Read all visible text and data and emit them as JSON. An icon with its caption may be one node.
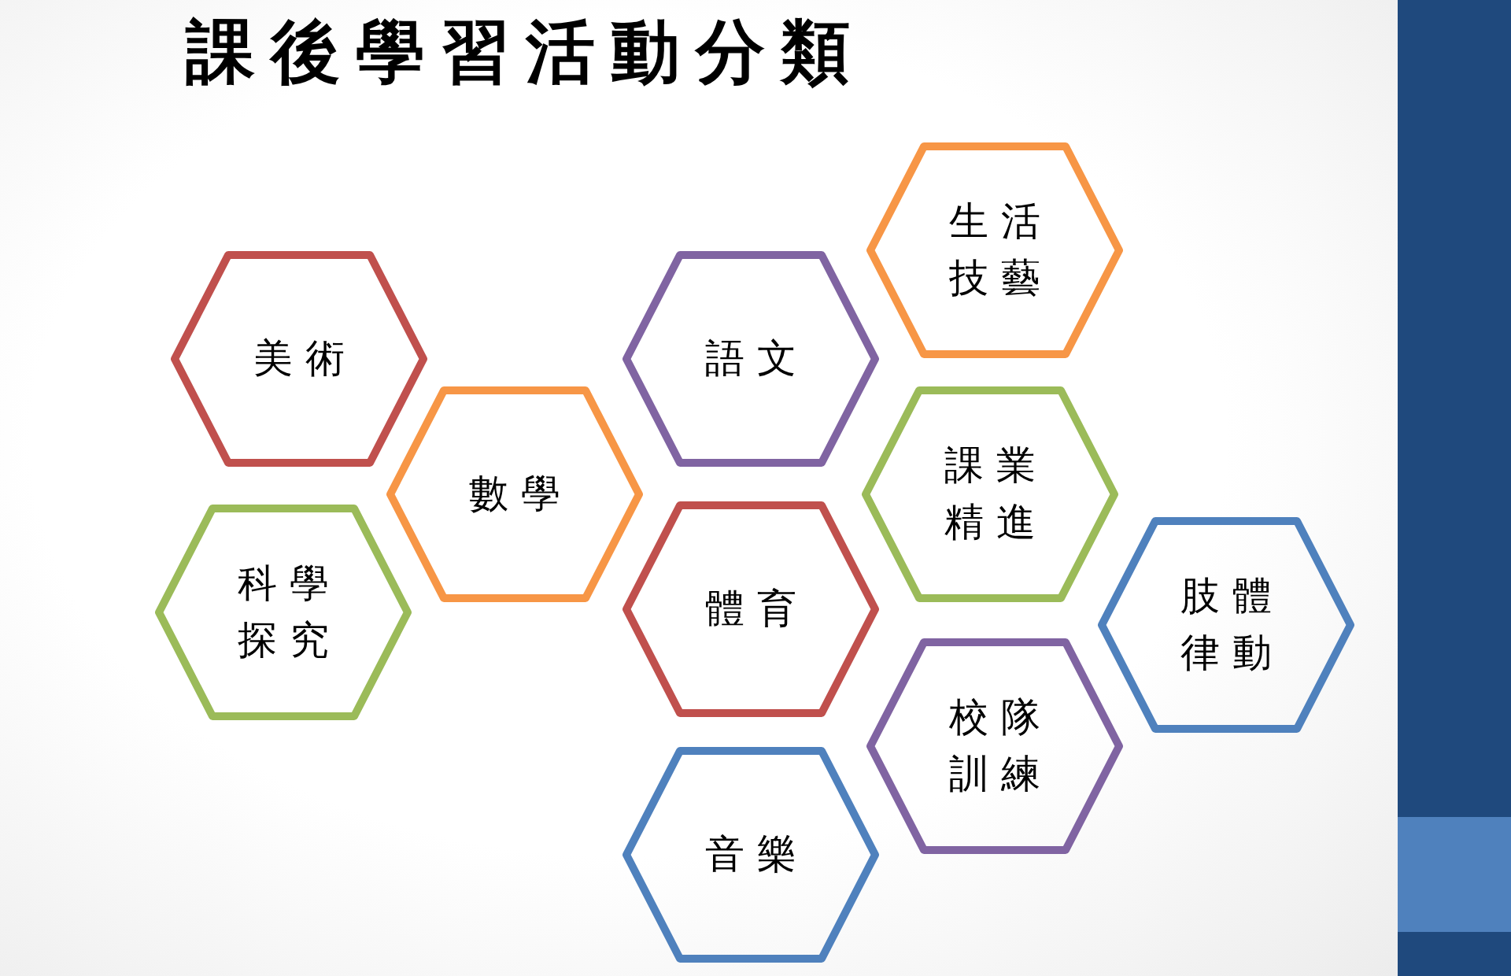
{
  "diagram": {
    "title": "課後學習活動分類",
    "nodes": [
      {
        "text": [
          "美術"
        ]
      },
      {
        "text": [
          "科學探究"
        ]
      },
      {
        "text": [
          "數學"
        ]
      },
      {
        "text": [
          "語文"
        ]
      },
      {
        "text": [
          "體育"
        ]
      },
      {
        "text": [
          "音樂"
        ]
      },
      {
        "text": [
          "生活技藝"
        ]
      },
      {
        "text": [
          "課業精進"
        ]
      },
      {
        "text": [
          "校隊訓練"
        ]
      },
      {
        "text": [
          "肢體律動"
        ]
      }
    ]
  }
}
